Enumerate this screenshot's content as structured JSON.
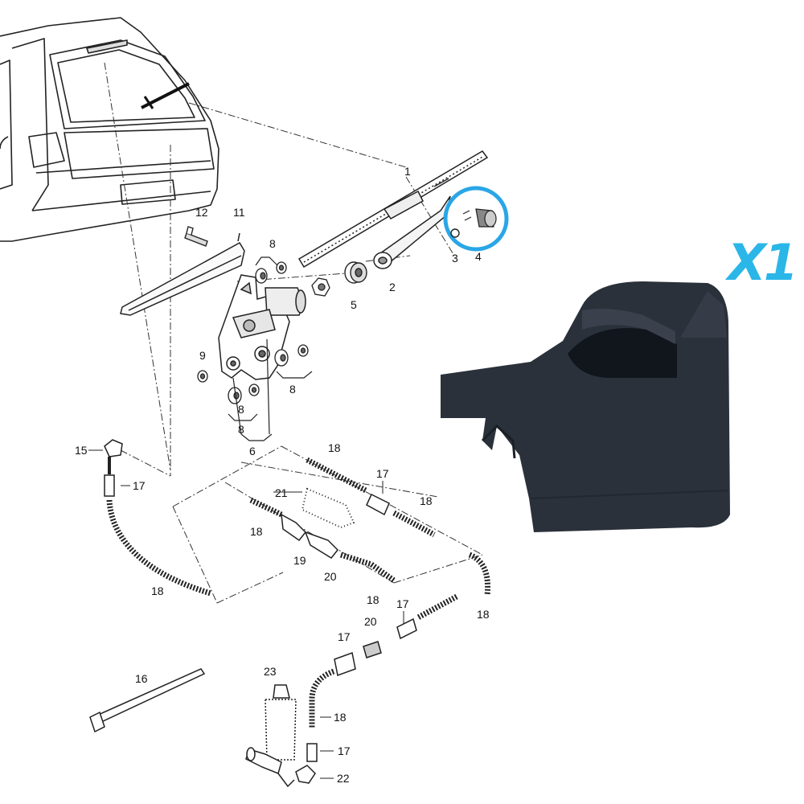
{
  "quantity_badge": {
    "text": "X1",
    "color": "#2bb6e8"
  },
  "highlight_color": "#2aa6e6",
  "part_color": "#2b313a",
  "callouts": [
    {
      "id": "c1",
      "text": "1"
    },
    {
      "id": "c2",
      "text": "2"
    },
    {
      "id": "c3",
      "text": "3"
    },
    {
      "id": "c4",
      "text": "4"
    },
    {
      "id": "c5",
      "text": "5"
    },
    {
      "id": "c6",
      "text": "6"
    },
    {
      "id": "c8a",
      "text": "8"
    },
    {
      "id": "c8b",
      "text": "8"
    },
    {
      "id": "c8c",
      "text": "8"
    },
    {
      "id": "c8d",
      "text": "8"
    },
    {
      "id": "c9",
      "text": "9"
    },
    {
      "id": "c11",
      "text": "11"
    },
    {
      "id": "c12",
      "text": "12"
    },
    {
      "id": "c15",
      "text": "15"
    },
    {
      "id": "c16",
      "text": "16"
    },
    {
      "id": "c17a",
      "text": "17"
    },
    {
      "id": "c17b",
      "text": "17"
    },
    {
      "id": "c17c",
      "text": "17"
    },
    {
      "id": "c17d",
      "text": "17"
    },
    {
      "id": "c17e",
      "text": "17"
    },
    {
      "id": "c18a",
      "text": "18"
    },
    {
      "id": "c18b",
      "text": "18"
    },
    {
      "id": "c18c",
      "text": "18"
    },
    {
      "id": "c18d",
      "text": "18"
    },
    {
      "id": "c18e",
      "text": "18"
    },
    {
      "id": "c18f",
      "text": "18"
    },
    {
      "id": "c18g",
      "text": "18"
    },
    {
      "id": "c19",
      "text": "19"
    },
    {
      "id": "c20a",
      "text": "20"
    },
    {
      "id": "c20b",
      "text": "20"
    },
    {
      "id": "c21",
      "text": "21"
    },
    {
      "id": "c22",
      "text": "22"
    },
    {
      "id": "c23",
      "text": "23"
    }
  ]
}
